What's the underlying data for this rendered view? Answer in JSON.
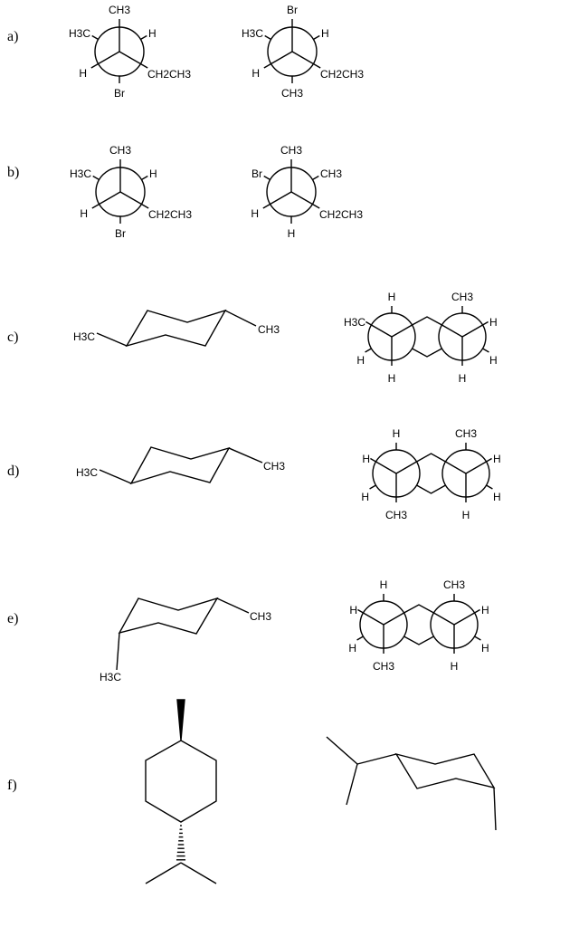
{
  "parts": [
    {
      "label": "a)",
      "newman": [
        {
          "labels": [
            "CH3",
            "H3C",
            "H",
            "H",
            "CH2CH3",
            "Br"
          ]
        },
        {
          "labels": [
            "Br",
            "H3C",
            "H",
            "H",
            "CH2CH3",
            "CH3"
          ]
        }
      ]
    },
    {
      "label": "b)",
      "newman": [
        {
          "labels": [
            "CH3",
            "H3C",
            "H",
            "H",
            "CH2CH3",
            "Br"
          ]
        },
        {
          "labels": [
            "CH3",
            "Br",
            "CH3",
            "H",
            "CH2CH3",
            "H"
          ]
        }
      ]
    },
    {
      "label": "c)",
      "chair_labels": [
        "H3C",
        "CH3"
      ],
      "chair_newman": {
        "left": [
          "H",
          "H3C",
          "H",
          "H"
        ],
        "right": [
          "CH3",
          "H",
          "H",
          "H"
        ]
      }
    },
    {
      "label": "d)",
      "chair_labels": [
        "H3C",
        "CH3"
      ],
      "chair_newman": {
        "left": [
          "H",
          "H",
          "H",
          "CH3"
        ],
        "right": [
          "CH3",
          "H",
          "H",
          "H"
        ]
      }
    },
    {
      "label": "e)",
      "chair_labels": [
        "H3C",
        "CH3"
      ],
      "chair_newman": {
        "left": [
          "H",
          "H",
          "H",
          "CH3"
        ],
        "right": [
          "CH3",
          "H",
          "H",
          "H"
        ]
      }
    },
    {
      "label": "f)"
    }
  ]
}
